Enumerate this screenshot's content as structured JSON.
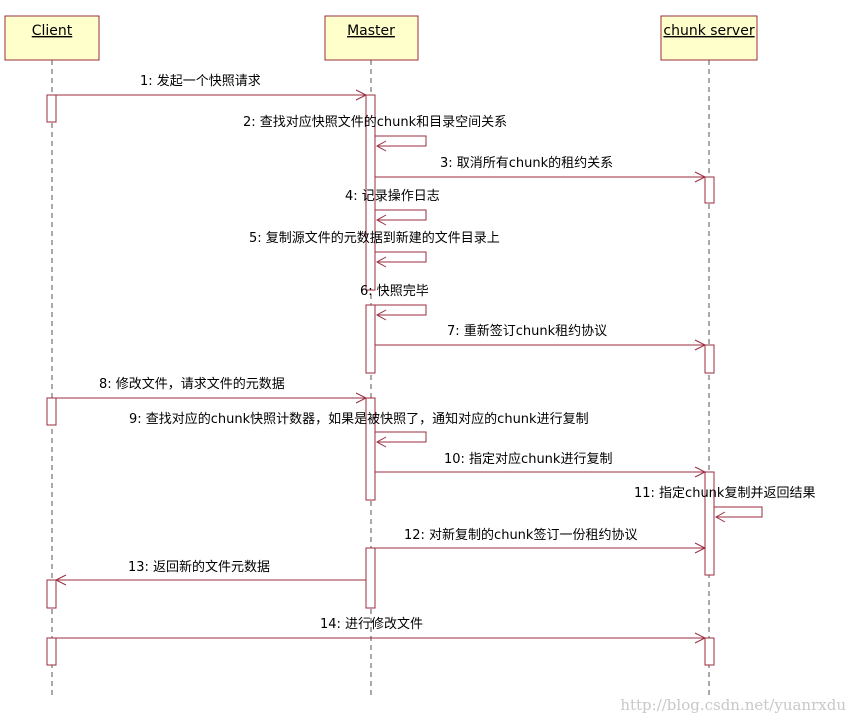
{
  "actors": [
    {
      "id": "client",
      "label": "Client"
    },
    {
      "id": "master",
      "label": "Master"
    },
    {
      "id": "chunk",
      "label": "chunk server"
    }
  ],
  "messages": [
    {
      "label": "1: 发起一个快照请求",
      "from": "client",
      "to": "master"
    },
    {
      "label": "2: 查找对应快照文件的chunk和目录空间关系",
      "from": "master",
      "to": "master"
    },
    {
      "label": "3: 取消所有chunk的租约关系",
      "from": "master",
      "to": "chunk"
    },
    {
      "label": "4: 记录操作日志",
      "from": "master",
      "to": "master"
    },
    {
      "label": "5: 复制源文件的元数据到新建的文件目录上",
      "from": "master",
      "to": "master"
    },
    {
      "label": "6: 快照完毕",
      "from": "master",
      "to": "master"
    },
    {
      "label": "7: 重新签订chunk租约协议",
      "from": "master",
      "to": "chunk"
    },
    {
      "label": "8: 修改文件，请求文件的元数据",
      "from": "client",
      "to": "master"
    },
    {
      "label": "9: 查找对应的chunk快照计数器，如果是被快照了，通知对应的chunk进行复制",
      "from": "master",
      "to": "master"
    },
    {
      "label": "10: 指定对应chunk进行复制",
      "from": "master",
      "to": "chunk"
    },
    {
      "label": "11: 指定chunk复制并返回结果",
      "from": "chunk",
      "to": "chunk"
    },
    {
      "label": "12: 对新复制的chunk签订一份租约协议",
      "from": "master",
      "to": "chunk"
    },
    {
      "label": "13: 返回新的文件元数据",
      "from": "master",
      "to": "client"
    },
    {
      "label": "14: 进行修改文件",
      "from": "client",
      "to": "chunk"
    }
  ],
  "watermark": "http://blog.csdn.net/yuanrxdu",
  "colors": {
    "line": "#9b2d3f",
    "box_fill": "#ffffcc",
    "lifeline": "#555555"
  }
}
